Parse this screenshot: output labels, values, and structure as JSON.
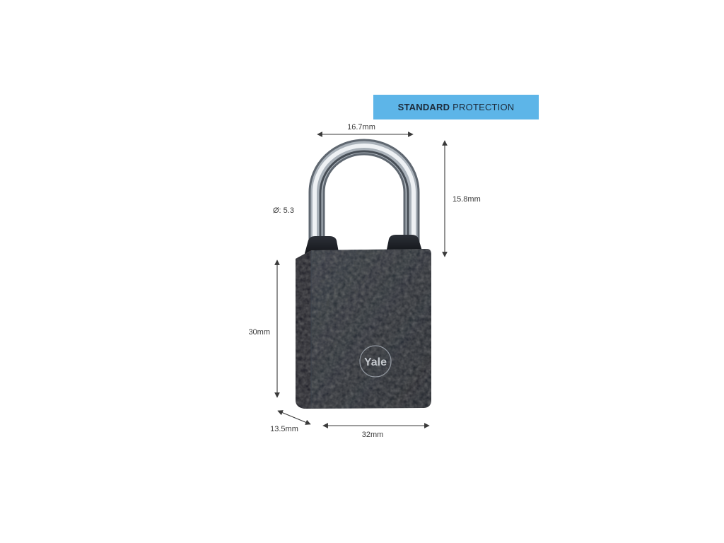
{
  "banner": {
    "bold": "STANDARD",
    "rest": "PROTECTION",
    "color": "#5db5e8"
  },
  "dimensions": {
    "shackle_width": "16.7mm",
    "shackle_height": "15.8mm",
    "shackle_diameter": "Ø: 5.3",
    "body_height": "30mm",
    "body_depth": "13.5mm",
    "body_width": "32mm"
  },
  "logo": {
    "text": "Yale"
  },
  "colors": {
    "lock_body": "#272c34",
    "lock_side": "#1b1f25",
    "shackle_chrome": "#8d969f",
    "label_text": "#3a3a3a"
  }
}
